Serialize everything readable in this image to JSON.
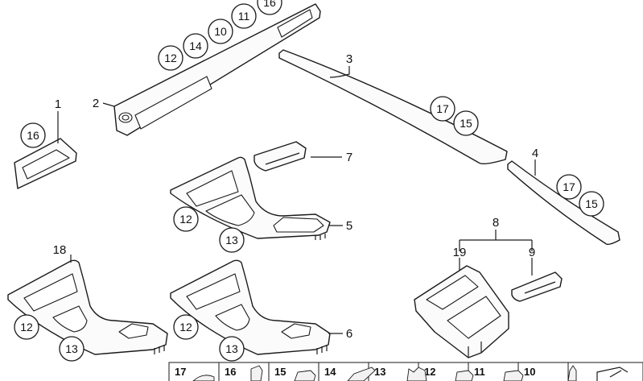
{
  "part_numbers": {
    "p1": "1",
    "p2": "2",
    "p3": "3",
    "p4": "4",
    "p5": "5",
    "p6": "6",
    "p7": "7",
    "p8": "8",
    "p9": "9",
    "p18": "18",
    "p19": "19"
  },
  "callouts": {
    "c16_top": "16",
    "c11": "11",
    "c10": "10",
    "c14": "14",
    "c12_top": "12",
    "c16_left": "16",
    "c17_a": "17",
    "c15_a": "15",
    "c17_b": "17",
    "c15_b": "15",
    "c12_mid": "12",
    "c13_mid": "13",
    "c12_bl": "12",
    "c13_bl": "13",
    "c12_bm": "12",
    "c13_bm": "13"
  },
  "legend": [
    "17",
    "16",
    "15",
    "14",
    "13",
    "12",
    "11",
    "10"
  ]
}
